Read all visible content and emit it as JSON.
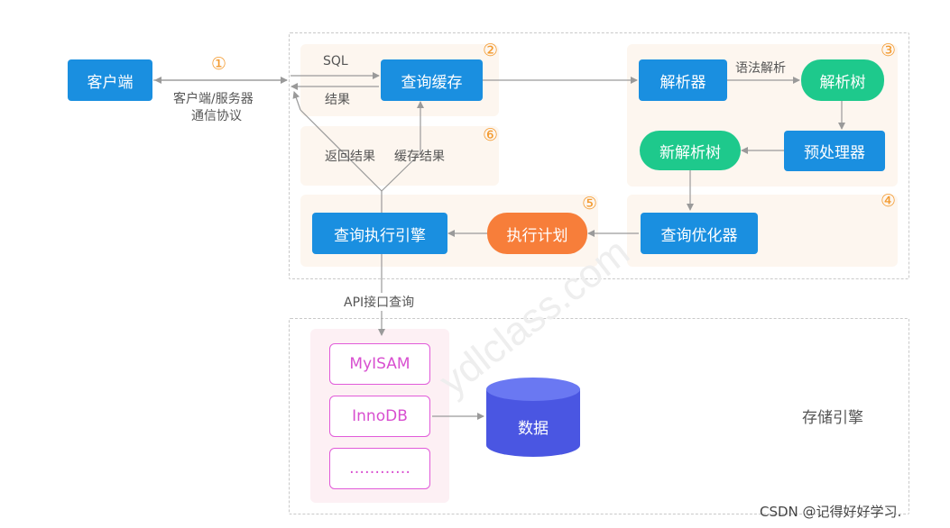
{
  "client": "客户端",
  "protocol_line1": "客户端/服务器",
  "protocol_line2": "通信协议",
  "sql_label": "SQL",
  "result_label": "结果",
  "query_cache": "查询缓存",
  "return_result": "返回结果",
  "cache_result": "缓存结果",
  "parser": "解析器",
  "syntax_parse": "语法解析",
  "parse_tree": "解析树",
  "preprocessor": "预处理器",
  "new_parse_tree": "新解析树",
  "optimizer": "查询优化器",
  "execution_plan": "执行计划",
  "execution_engine": "查询执行引擎",
  "api_query": "API接口查询",
  "engines": [
    "MyISAM",
    "InnoDB",
    "…………"
  ],
  "data": "数据",
  "storage_engine": "存储引擎",
  "steps": [
    "①",
    "②",
    "③",
    "④",
    "⑤",
    "⑥"
  ],
  "watermark": "ydlclass.com",
  "credit": "CSDN @记得好好学习."
}
